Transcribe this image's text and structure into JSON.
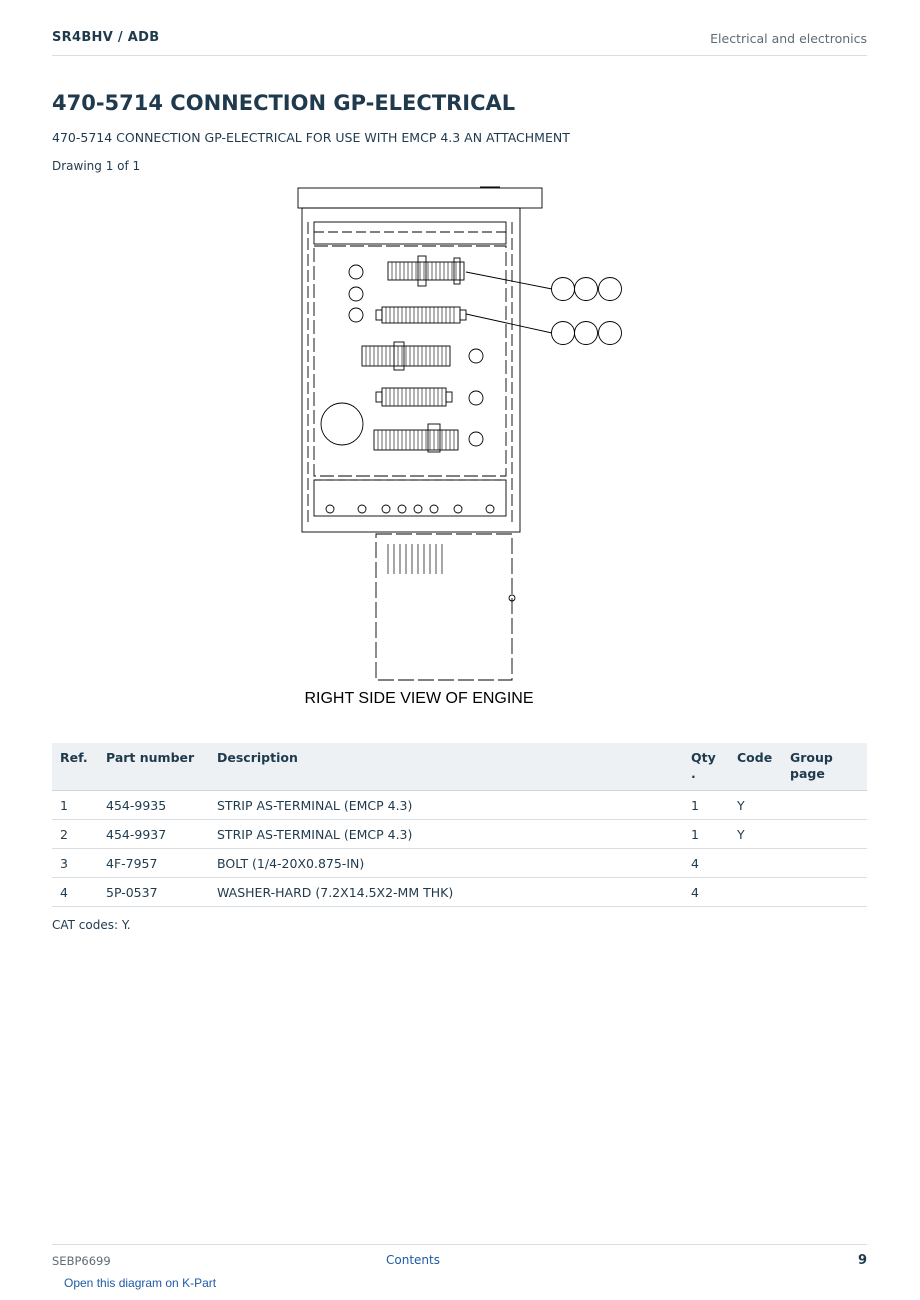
{
  "header": {
    "brand": "SR4BHV  /  ADB",
    "section": "Electrical and electronics"
  },
  "title": "470-5714 CONNECTION GP-ELECTRICAL",
  "subtitle": "470-5714 CONNECTION GP-ELECTRICAL FOR USE WITH EMCP 4.3 AN ATTACHMENT",
  "drawing_label": "Drawing 1 of 1",
  "diagram": {
    "caption": "RIGHT SIDE VIEW OF ENGINE"
  },
  "table": {
    "headers": {
      "ref": "Ref.",
      "part_number": "Part number",
      "description": "Description",
      "qty": "Qty .",
      "code": "Code",
      "group_page": "Group page"
    },
    "rows": [
      {
        "ref": "1",
        "part_number": "454-9935",
        "description": "STRIP AS-TERMINAL (EMCP 4.3)",
        "qty": "1",
        "code": "Y",
        "group_page": ""
      },
      {
        "ref": "2",
        "part_number": "454-9937",
        "description": "STRIP AS-TERMINAL (EMCP 4.3)",
        "qty": "1",
        "code": "Y",
        "group_page": ""
      },
      {
        "ref": "3",
        "part_number": "4F-7957",
        "description": "BOLT (1/4-20X0.875-IN)",
        "qty": "4",
        "code": "",
        "group_page": ""
      },
      {
        "ref": "4",
        "part_number": "5P-0537",
        "description": "WASHER-HARD (7.2X14.5X2-MM THK)",
        "qty": "4",
        "code": "",
        "group_page": ""
      }
    ]
  },
  "cat_codes": "CAT codes: Y.",
  "footer": {
    "doc_number": "SEBP6699",
    "contents_link": "Contents",
    "page_number": "9",
    "kpart_link": "Open this diagram on K-Part"
  }
}
